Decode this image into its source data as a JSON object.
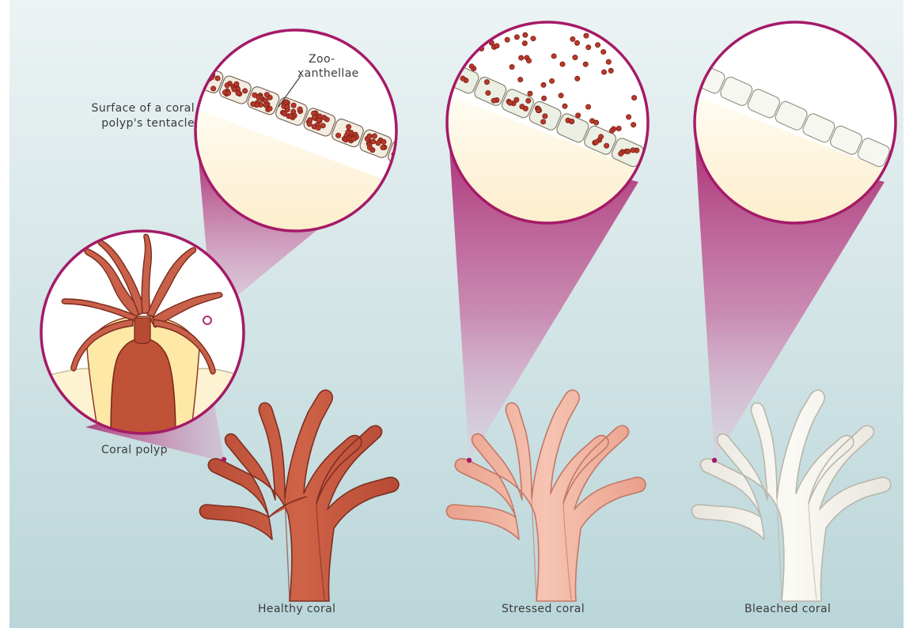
{
  "labels": {
    "tentacle_surface_line1": "Surface of a coral",
    "tentacle_surface_line2": "polyp's tentacle",
    "zooxanthellae_line1": "Zoo-",
    "zooxanthellae_line2": "xanthellae",
    "coral_polyp": "Coral polyp",
    "healthy": "Healthy coral",
    "stressed": "Stressed coral",
    "bleached": "Bleached coral"
  },
  "colors": {
    "background_top": "#e9f1f2",
    "background_bottom": "#bcd7da",
    "magenta_beam": "#a8206a",
    "healthy_coral": "#c5593e",
    "stressed_coral": "#efb2a0",
    "bleached_coral": "#f3f1ea",
    "zooxanthellae_dot": "#b5382a",
    "tissue_fill": "#fdf3d6"
  },
  "stages": [
    {
      "id": "healthy",
      "state": "zooxanthellae packed inside cells"
    },
    {
      "id": "stressed",
      "state": "zooxanthellae expelled from cells"
    },
    {
      "id": "bleached",
      "state": "cells without zooxanthellae"
    }
  ]
}
